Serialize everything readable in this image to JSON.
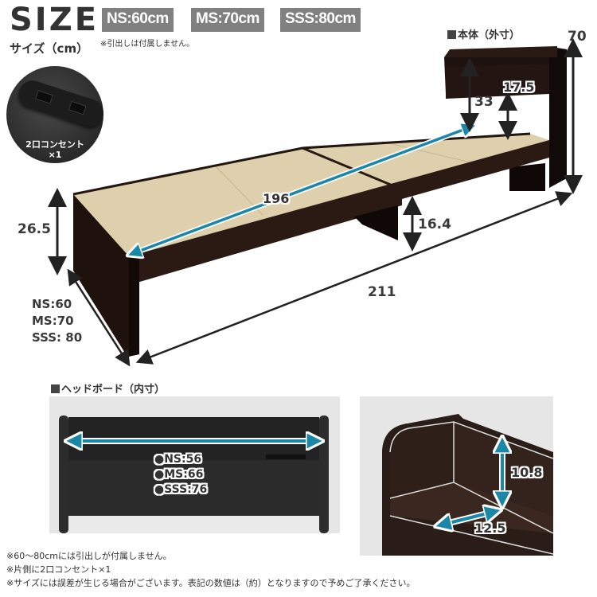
{
  "header": {
    "title": "SIZE",
    "subtitle": "サイズ（cm）",
    "badges": [
      {
        "label": "NS:60cm"
      },
      {
        "label": "MS:70cm"
      },
      {
        "label": "SSS:80cm"
      }
    ],
    "note": "※引出しは付属しません。"
  },
  "outlet_photo": {
    "caption_line1": "2口コンセント",
    "caption_line2": "×1"
  },
  "main_diagram": {
    "section_label": "本体（外寸）",
    "dimensions": {
      "total_height": "70",
      "headboard_height": "33",
      "shelf_gap": "17.5",
      "frame_height": "26.5",
      "under_clearance": "16.4",
      "inner_length": "196",
      "total_length": "211",
      "width_ns": "NS:60",
      "width_ms": "MS:70",
      "width_sss": "SSS: 80"
    }
  },
  "headboard_diagram": {
    "section_label": "ヘッドボード（内寸）",
    "widths": [
      {
        "label": "NS:56"
      },
      {
        "label": "MS:66"
      },
      {
        "label": "SSS:76"
      }
    ]
  },
  "shelf_detail": {
    "height": "10.8",
    "depth": "12.5"
  },
  "footnotes": [
    "※60〜80cmには引出しが付属しません。",
    "※片側に2口コンセント×1",
    "※サイズには誤差が生じる場合がございます。表記の数値は（約）となりますので予めご了承ください。"
  ],
  "colors": {
    "badge_bg": "#808080",
    "frame_dark": "#2a1a14",
    "slat_beige": "#e4d3aa",
    "arrow_blue": "#1a87a8",
    "panel_gray": "#e6e6e6"
  }
}
